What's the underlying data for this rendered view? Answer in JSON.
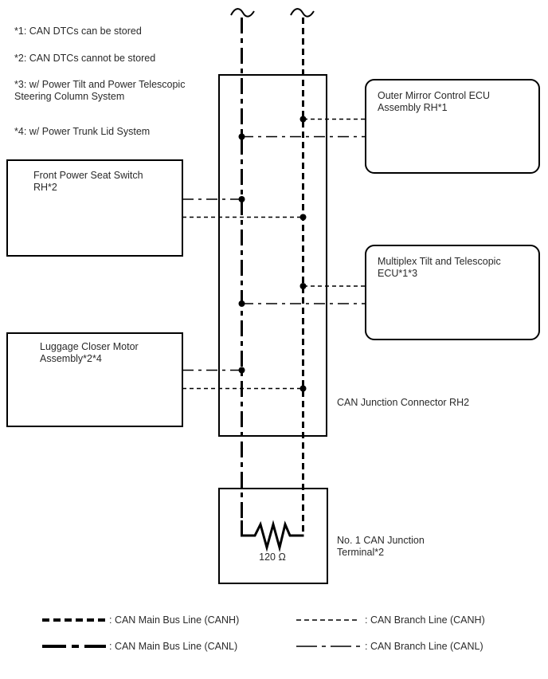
{
  "notes": {
    "n1": "*1: CAN DTCs can be stored",
    "n2": "*2: CAN DTCs cannot be stored",
    "n3": "*3: w/ Power Tilt and Power Telescopic\nSteering Column System",
    "n4": "*4: w/ Power Trunk Lid System"
  },
  "nodes": {
    "outer_mirror": "Outer Mirror Control ECU\nAssembly RH*1",
    "seat_switch": "Front Power Seat Switch\nRH*2",
    "multiplex": "Multiplex Tilt and Telescopic\nECU*1*3",
    "luggage": "Luggage Closer Motor\nAssembly*2*4",
    "junction_connector": "CAN Junction Connector RH2",
    "terminal": "No. 1 CAN Junction\nTerminal*2",
    "resistor_value": "120 Ω"
  },
  "legend": {
    "main_canh": ": CAN Main Bus Line (CANH)",
    "main_canl": ": CAN Main Bus Line (CANL)",
    "branch_canh": ": CAN Branch Line (CANH)",
    "branch_canl": ": CAN Branch Line (CANL)"
  },
  "colors": {
    "line": "#000000",
    "background": "#ffffff",
    "text": "#2a2a2a"
  }
}
